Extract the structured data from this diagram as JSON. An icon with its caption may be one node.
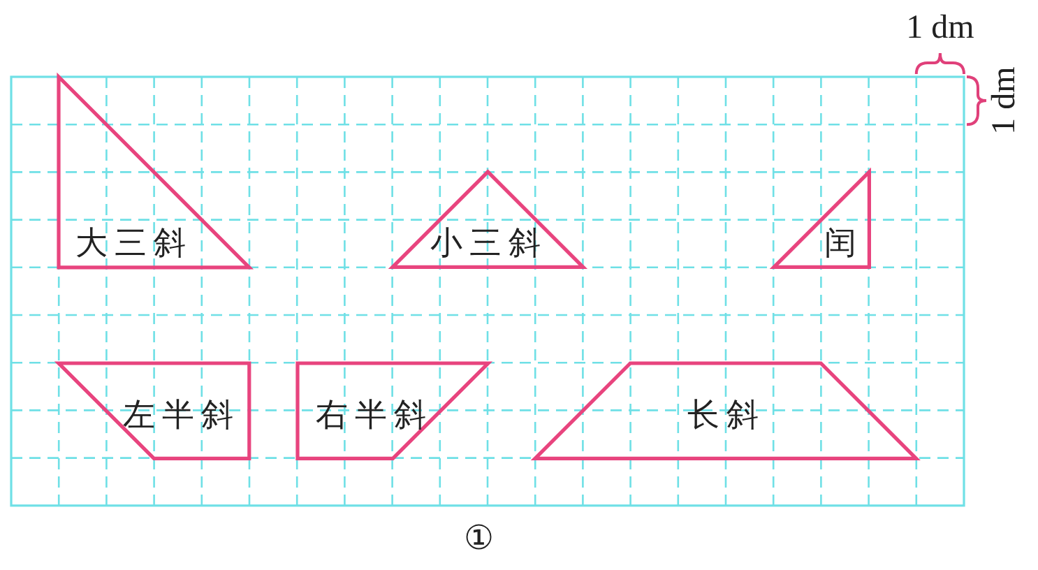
{
  "diagram": {
    "nodes": [
      {
        "text": [
          "大三斜"
        ]
      },
      {
        "text": [
          "小三斜"
        ]
      },
      {
        "text": [
          "闰"
        ]
      },
      {
        "text": [
          "左半斜"
        ]
      },
      {
        "text": [
          "右半斜"
        ]
      },
      {
        "text": [
          "长斜"
        ]
      }
    ],
    "labels": [
      "1 dm",
      "1 dm",
      "①"
    ]
  }
}
